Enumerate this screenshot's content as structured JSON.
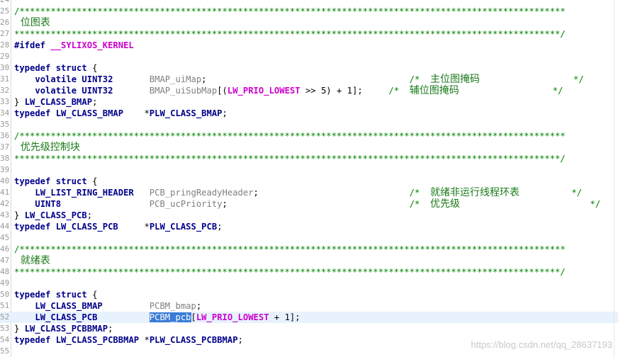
{
  "editor": {
    "lines": [
      {
        "n": "24",
        "segments": []
      },
      {
        "n": "25",
        "segments": [
          {
            "c": "cm",
            "t": "/*********************************************************************************************************"
          }
        ]
      },
      {
        "n": "26",
        "segments": [
          {
            "c": "cn",
            "t": "  位图表"
          }
        ]
      },
      {
        "n": "27",
        "segments": [
          {
            "c": "cm",
            "t": "*********************************************************************************************************/"
          }
        ]
      },
      {
        "n": "28",
        "segments": [
          {
            "c": "st",
            "t": "#ifdef "
          },
          {
            "c": "mac",
            "t": "__SYLIXOS_KERNEL"
          }
        ]
      },
      {
        "n": "29",
        "segments": []
      },
      {
        "n": "30",
        "segments": [
          {
            "c": "kw",
            "t": "typedef struct"
          },
          {
            "c": "plain",
            "t": " {"
          }
        ]
      },
      {
        "n": "31",
        "segments": [
          {
            "c": "plain",
            "t": "    "
          },
          {
            "c": "ty",
            "t": "volatile UINT32"
          },
          {
            "c": "plain",
            "t": "       "
          },
          {
            "c": "id",
            "t": "BMAP_uiMap"
          },
          {
            "c": "plain",
            "t": ";                                       "
          },
          {
            "c": "cm",
            "t": "/*  "
          },
          {
            "c": "cn",
            "t": "主位图掩码"
          },
          {
            "c": "cm",
            "t": "                  */"
          }
        ]
      },
      {
        "n": "32",
        "segments": [
          {
            "c": "plain",
            "t": "    "
          },
          {
            "c": "ty",
            "t": "volatile UINT32"
          },
          {
            "c": "plain",
            "t": "       "
          },
          {
            "c": "id",
            "t": "BMAP_uiSubMap"
          },
          {
            "c": "plain",
            "t": "[("
          },
          {
            "c": "mac",
            "t": "LW_PRIO_LOWEST"
          },
          {
            "c": "plain",
            "t": " >> 5) + 1];     "
          },
          {
            "c": "cm",
            "t": "/*  "
          },
          {
            "c": "cn",
            "t": "辅位图掩码"
          },
          {
            "c": "cm",
            "t": "                  */"
          }
        ]
      },
      {
        "n": "33",
        "segments": [
          {
            "c": "plain",
            "t": "} "
          },
          {
            "c": "ty",
            "t": "LW_CLASS_BMAP"
          },
          {
            "c": "plain",
            "t": ";"
          }
        ]
      },
      {
        "n": "34",
        "segments": [
          {
            "c": "kw",
            "t": "typedef"
          },
          {
            "c": "plain",
            "t": " "
          },
          {
            "c": "ty",
            "t": "LW_CLASS_BMAP"
          },
          {
            "c": "plain",
            "t": "    *"
          },
          {
            "c": "ty",
            "t": "PLW_CLASS_BMAP"
          },
          {
            "c": "plain",
            "t": ";"
          }
        ]
      },
      {
        "n": "35",
        "segments": []
      },
      {
        "n": "36",
        "segments": [
          {
            "c": "cm",
            "t": "/*********************************************************************************************************"
          }
        ]
      },
      {
        "n": "37",
        "segments": [
          {
            "c": "cn",
            "t": "  优先级控制块"
          }
        ]
      },
      {
        "n": "38",
        "segments": [
          {
            "c": "cm",
            "t": "*********************************************************************************************************/"
          }
        ]
      },
      {
        "n": "39",
        "segments": []
      },
      {
        "n": "40",
        "segments": [
          {
            "c": "kw",
            "t": "typedef struct"
          },
          {
            "c": "plain",
            "t": " {"
          }
        ]
      },
      {
        "n": "41",
        "segments": [
          {
            "c": "plain",
            "t": "    "
          },
          {
            "c": "ty",
            "t": "LW_LIST_RING_HEADER"
          },
          {
            "c": "plain",
            "t": "   "
          },
          {
            "c": "id",
            "t": "PCB_pringReadyHeader"
          },
          {
            "c": "plain",
            "t": ";                             "
          },
          {
            "c": "cm",
            "t": "/*  "
          },
          {
            "c": "cn",
            "t": "就绪非运行线程环表"
          },
          {
            "c": "cm",
            "t": "          */"
          }
        ]
      },
      {
        "n": "42",
        "segments": [
          {
            "c": "plain",
            "t": "    "
          },
          {
            "c": "ty",
            "t": "UINT8"
          },
          {
            "c": "plain",
            "t": "                 "
          },
          {
            "c": "id",
            "t": "PCB_ucPriority"
          },
          {
            "c": "plain",
            "t": ";                                   "
          },
          {
            "c": "cm",
            "t": "/*  "
          },
          {
            "c": "cn",
            "t": "优先级"
          },
          {
            "c": "cm",
            "t": "                         */"
          }
        ]
      },
      {
        "n": "43",
        "segments": [
          {
            "c": "plain",
            "t": "} "
          },
          {
            "c": "ty",
            "t": "LW_CLASS_PCB"
          },
          {
            "c": "plain",
            "t": ";"
          }
        ]
      },
      {
        "n": "44",
        "segments": [
          {
            "c": "kw",
            "t": "typedef"
          },
          {
            "c": "plain",
            "t": " "
          },
          {
            "c": "ty",
            "t": "LW_CLASS_PCB"
          },
          {
            "c": "plain",
            "t": "     *"
          },
          {
            "c": "ty",
            "t": "PLW_CLASS_PCB"
          },
          {
            "c": "plain",
            "t": ";"
          }
        ]
      },
      {
        "n": "45",
        "segments": []
      },
      {
        "n": "46",
        "segments": [
          {
            "c": "cm",
            "t": "/*********************************************************************************************************"
          }
        ]
      },
      {
        "n": "47",
        "segments": [
          {
            "c": "cn",
            "t": "  就绪表"
          }
        ]
      },
      {
        "n": "48",
        "segments": [
          {
            "c": "cm",
            "t": "*********************************************************************************************************/"
          }
        ]
      },
      {
        "n": "49",
        "segments": []
      },
      {
        "n": "50",
        "segments": [
          {
            "c": "kw",
            "t": "typedef struct"
          },
          {
            "c": "plain",
            "t": " {"
          }
        ]
      },
      {
        "n": "51",
        "segments": [
          {
            "c": "plain",
            "t": "    "
          },
          {
            "c": "ty",
            "t": "LW_CLASS_BMAP"
          },
          {
            "c": "plain",
            "t": "         "
          },
          {
            "c": "id",
            "t": "PCBM_bmap"
          },
          {
            "c": "plain",
            "t": ";"
          }
        ]
      },
      {
        "n": "52",
        "highlight": true,
        "segments": [
          {
            "c": "plain",
            "t": "    "
          },
          {
            "c": "ty",
            "t": "LW_CLASS_PCB"
          },
          {
            "c": "plain",
            "t": "          "
          },
          {
            "c": "sel",
            "t": "PCBM_pcb"
          },
          {
            "c": "plain",
            "t": "["
          },
          {
            "c": "mac",
            "t": "LW_PRIO_LOWEST"
          },
          {
            "c": "plain",
            "t": " + 1];"
          }
        ]
      },
      {
        "n": "53",
        "segments": [
          {
            "c": "plain",
            "t": "} "
          },
          {
            "c": "ty",
            "t": "LW_CLASS_PCBBMAP"
          },
          {
            "c": "plain",
            "t": ";"
          }
        ]
      },
      {
        "n": "54",
        "segments": [
          {
            "c": "kw",
            "t": "typedef"
          },
          {
            "c": "plain",
            "t": " "
          },
          {
            "c": "ty",
            "t": "LW_CLASS_PCBBMAP"
          },
          {
            "c": "plain",
            "t": " *"
          },
          {
            "c": "ty",
            "t": "PLW_CLASS_PCBBMAP"
          },
          {
            "c": "plain",
            "t": ";"
          }
        ]
      },
      {
        "n": "55",
        "segments": []
      }
    ]
  },
  "watermark": "https://blog.csdn.net/qq_28637193"
}
